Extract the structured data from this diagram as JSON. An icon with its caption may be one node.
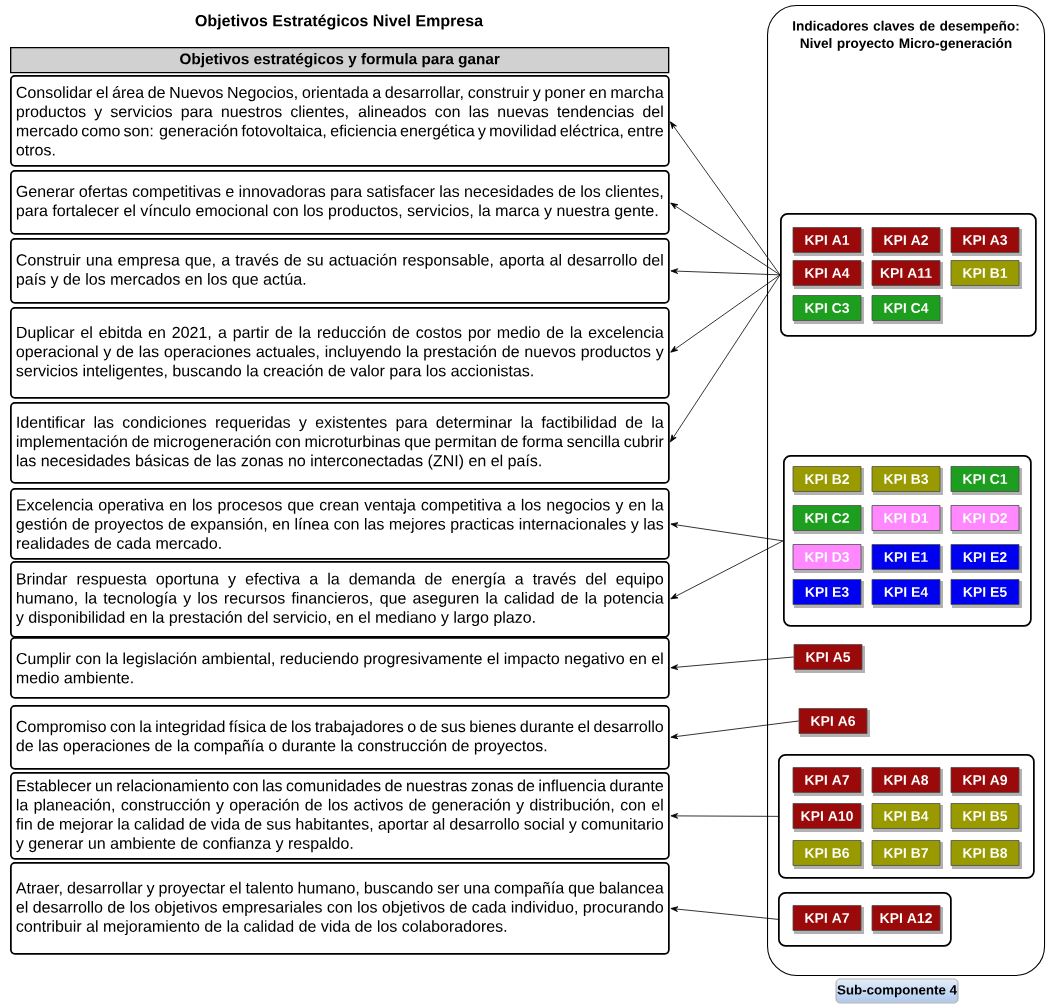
{
  "diagram": {
    "title": "Objetivos Estratégicos Nivel Empresa",
    "nodes": [
      {
        "text": [
          "Objetivos estratégicos y formula para ganar"
        ]
      },
      {
        "text": [
          "Consolidar el área de Nuevos Negocios, orientada a desarrollar, construir y poner en marcha productos y servicios para nuestros clientes, alineados con las nuevas tendencias del mercado como son: generación fotovoltaica, eficiencia energética y movilidad eléctrica, entre otros."
        ]
      },
      {
        "text": [
          "Generar ofertas competitivas e innovadoras para satisfacer las necesidades de los clientes, para fortalecer el vínculo emocional con los productos, servicios, la marca y nuestra gente."
        ]
      },
      {
        "text": [
          "Construir una empresa que, a través de su actuación responsable, aporta al desarrollo del país y de los mercados en los que actúa."
        ]
      },
      {
        "text": [
          "Duplicar el ebitda en 2021, a partir de la reducción de costos por medio de la excelencia operacional y de las operaciones actuales, incluyendo la prestación de nuevos productos y servicios inteligentes, buscando la creación de valor para los accionistas."
        ]
      },
      {
        "text": [
          "Identificar las condiciones requeridas y existentes para determinar la factibilidad de la implementación de microgeneración con microturbinas que permitan de forma sencilla cubrir las necesidades básicas de las zonas no interconectadas (ZNI) en el país."
        ]
      },
      {
        "text": [
          "Excelencia operativa en los procesos que crean ventaja competitiva a los negocios y en la gestión de proyectos de expansión, en línea con las mejores practicas internacionales y las realidades de cada mercado."
        ]
      },
      {
        "text": [
          "Brindar respuesta oportuna y efectiva a la demanda de energía a través del equipo humano, la tecnología y los recursos financieros, que aseguren la calidad de la potencia y disponibilidad en la prestación del servicio, en el mediano y largo plazo."
        ]
      },
      {
        "text": [
          "Cumplir con la legislación ambiental, reduciendo progresivamente el impacto negativo en el medio ambiente."
        ]
      },
      {
        "text": [
          "Compromiso con la integridad física de los trabajadores o de sus bienes durante el desarrollo de las operaciones de la compañía o durante la construcción de proyectos."
        ]
      },
      {
        "text": [
          "Establecer un relacionamiento con las comunidades de nuestras zonas de influencia durante la planeación, construcción y operación de los activos de generación y distribución, con el fin de mejorar la calidad de vida de sus habitantes, aportar al desarrollo social y comunitario y generar un ambiente de confianza y respaldo."
        ]
      },
      {
        "text": [
          "Atraer, desarrollar y proyectar el talento humano, buscando ser una compañía que balancea el desarrollo de los objetivos empresariales con los objetivos de cada individuo, procurando contribuir al mejoramiento de la calidad de vida de los colaboradores."
        ]
      },
      {
        "text": [
          "Indicadores claves de desempeño: Nivel proyecto Micro-generación"
        ]
      },
      {
        "text": [],
        "shape": "box",
        "in": 12
      },
      {
        "text": [
          "KPI A1"
        ],
        "in": 13
      },
      {
        "text": [
          "KPI A2"
        ],
        "in": 13
      },
      {
        "text": [
          "KPI A3"
        ],
        "in": 13
      },
      {
        "text": [
          "KPI A4"
        ],
        "in": 13
      },
      {
        "text": [
          "KPI A11"
        ],
        "in": 13
      },
      {
        "text": [
          "KPI B1"
        ],
        "in": 13
      },
      {
        "text": [
          "KPI C3"
        ],
        "in": 13
      },
      {
        "text": [
          "KPI C4"
        ],
        "in": 13
      },
      {
        "text": [],
        "shape": "box",
        "in": 12
      },
      {
        "text": [
          "KPI B2"
        ],
        "in": 22
      },
      {
        "text": [
          "KPI B3"
        ],
        "in": 22
      },
      {
        "text": [
          "KPI C1"
        ],
        "in": 22
      },
      {
        "text": [
          "KPI C2"
        ],
        "in": 22
      },
      {
        "text": [
          "KPI D1"
        ],
        "in": 22
      },
      {
        "text": [
          "KPI D2"
        ],
        "in": 22
      },
      {
        "text": [
          "KPI D3"
        ],
        "in": 22
      },
      {
        "text": [
          "KPI E1"
        ],
        "in": 22
      },
      {
        "text": [
          "KPI E2"
        ],
        "in": 22
      },
      {
        "text": [
          "KPI E3"
        ],
        "in": 22
      },
      {
        "text": [
          "KPI E4"
        ],
        "in": 22
      },
      {
        "text": [
          "KPI E5"
        ],
        "in": 22
      },
      {
        "text": [
          "KPI A5"
        ],
        "in": 12
      },
      {
        "text": [
          "KPI A6"
        ],
        "in": 12
      },
      {
        "text": [],
        "shape": "box",
        "in": 12
      },
      {
        "text": [
          "KPI A7"
        ],
        "in": 37
      },
      {
        "text": [
          "KPI A8"
        ],
        "in": 37
      },
      {
        "text": [
          "KPI A9"
        ],
        "in": 37
      },
      {
        "text": [
          "KPI A10"
        ],
        "in": 37
      },
      {
        "text": [
          "KPI B4"
        ],
        "in": 37
      },
      {
        "text": [
          "KPI B5"
        ],
        "in": 37
      },
      {
        "text": [
          "KPI B6"
        ],
        "in": 37
      },
      {
        "text": [
          "KPI B7"
        ],
        "in": 37
      },
      {
        "text": [
          "KPI B8"
        ],
        "in": 37
      },
      {
        "text": [],
        "shape": "box",
        "in": 12
      },
      {
        "text": [
          "KPI A7"
        ],
        "in": 47
      },
      {
        "text": [
          "KPI A12"
        ],
        "in": 47
      },
      {
        "text": [
          "Sub-componente 4"
        ]
      }
    ],
    "edges": [
      {
        "from": 13,
        "to": 1,
        "arrow": "to"
      },
      {
        "from": 13,
        "to": 2,
        "arrow": "to"
      },
      {
        "from": 13,
        "to": 3,
        "arrow": "to"
      },
      {
        "from": 13,
        "to": 4,
        "arrow": "to"
      },
      {
        "from": 13,
        "to": 5,
        "arrow": "to"
      },
      {
        "from": 22,
        "to": 6,
        "arrow": "to"
      },
      {
        "from": 22,
        "to": 7,
        "arrow": "to"
      },
      {
        "from": 35,
        "to": 8,
        "arrow": "to"
      },
      {
        "from": 36,
        "to": 9,
        "arrow": "to"
      },
      {
        "from": 37,
        "to": 10,
        "arrow": "to"
      },
      {
        "from": 47,
        "to": 11,
        "arrow": "to"
      }
    ]
  }
}
